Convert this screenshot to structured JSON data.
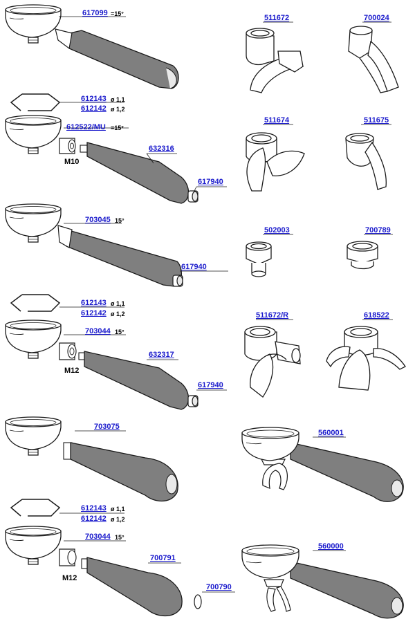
{
  "colors": {
    "label": "#1a1acc",
    "handle": "#7f7f7f",
    "line": "#1a1a1a",
    "body": "#ffffff"
  },
  "parts": {
    "p617099": "617099",
    "p612143a": "612143",
    "p612142a": "612142",
    "p612522mu": "612522/MU",
    "p632316": "632316",
    "p617940a": "617940",
    "p703045": "703045",
    "p617940b": "617940",
    "p612143b": "612143",
    "p612142b": "612142",
    "p703044a": "703044",
    "p632317": "632317",
    "p617940c": "617940",
    "p703075": "703075",
    "p612143c": "612143",
    "p612142c": "612142",
    "p703044b": "703044",
    "p700791": "700791",
    "p700790": "700790",
    "p511672": "511672",
    "p700024": "700024",
    "p511674": "511674",
    "p511675": "511675",
    "p502003": "502003",
    "p700789": "700789",
    "p511672r": "511672/R",
    "p618522": "618522",
    "p560001": "560001",
    "p560000": "560000"
  },
  "notes": {
    "deg15_a": "=15°",
    "deg15_mu": "=15°",
    "deg15_b": "15°",
    "deg15_c": "15°",
    "deg15_d": "15°",
    "dia11_a": "ø 1,1",
    "dia12_a": "ø 1,2",
    "dia11_b": "ø 1,1",
    "dia12_b": "ø 1,2",
    "dia11_c": "ø 1,1",
    "dia12_c": "ø 1,2"
  },
  "threads": {
    "m10": "M10",
    "m12a": "M12",
    "m12b": "M12"
  }
}
